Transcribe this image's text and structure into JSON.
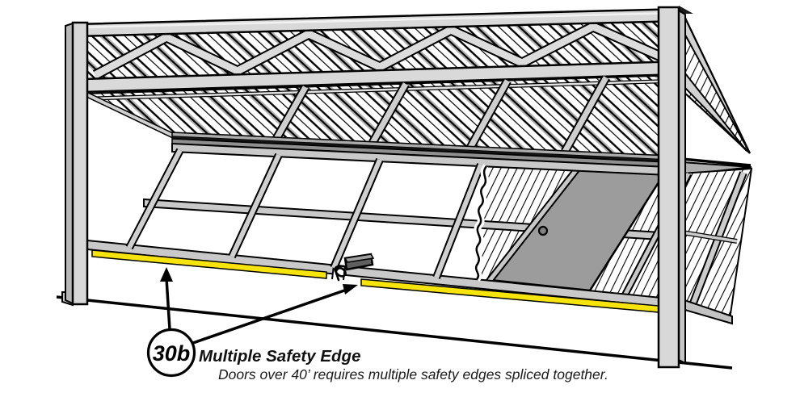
{
  "illustration": {
    "alt": "Technical line drawing of a large tilt-open door with a yellow safety edge along its bottom rail, spliced in the middle with a junction box and coiled wire",
    "callout": {
      "number": "30b",
      "title": "Multiple Safety Edge",
      "description": "Doors over 40’ requires multiple safety edges spliced together."
    },
    "colors": {
      "safety_edge_yellow": "#f6e40c",
      "personnel_door_gray": "#9c9c9c",
      "frame_light_gray": "#d8d8d8",
      "rail_gray": "#c9c9c9",
      "outline_black": "#000000"
    }
  }
}
